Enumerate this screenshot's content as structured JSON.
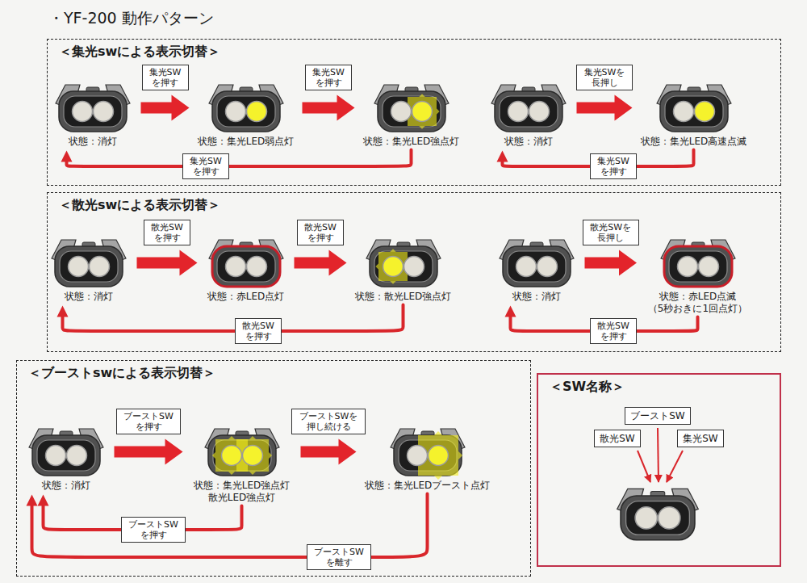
{
  "diagram": {
    "title": "・YF-200 動作パターン",
    "nodes": [
      {
        "text": [
          "＜集光swによる表示切替＞"
        ]
      },
      {
        "text": [
          "状態：消灯"
        ],
        "in": 0
      },
      {
        "text": [
          "状態：集光LED弱点灯"
        ],
        "in": 0
      },
      {
        "text": [
          "状態：集光LED強点灯"
        ],
        "in": 0
      },
      {
        "text": [
          "状態：消灯"
        ],
        "in": 0
      },
      {
        "text": [
          "状態：集光LED高速点滅"
        ],
        "in": 0
      },
      {
        "text": [
          "＜散光swによる表示切替＞"
        ]
      },
      {
        "text": [
          "状態：消灯"
        ],
        "in": 6
      },
      {
        "text": [
          "状態：赤LED点灯"
        ],
        "in": 6
      },
      {
        "text": [
          "状態：散光LED強点灯"
        ],
        "in": 6
      },
      {
        "text": [
          "状態：消灯"
        ],
        "in": 6
      },
      {
        "text": [
          "状態：赤LED点滅 （5秒おきに1回点灯）"
        ],
        "in": 6
      },
      {
        "text": [
          "＜ブーストswによる表示切替＞"
        ]
      },
      {
        "text": [
          "状態：消灯"
        ],
        "in": 12
      },
      {
        "text": [
          "状態：集光LED強点灯 散光LED強点灯"
        ],
        "in": 12
      },
      {
        "text": [
          "状態：集光LEDブースト点灯"
        ],
        "in": 12
      },
      {
        "text": [
          "＜SW名称＞"
        ]
      },
      {
        "text": [
          "ブーストSW"
        ],
        "in": 16
      },
      {
        "text": [
          "散光SW"
        ],
        "in": 16
      },
      {
        "text": [
          "集光SW"
        ],
        "in": 16
      }
    ],
    "edges": [
      {
        "from": 1,
        "to": 2,
        "label": "集光SW を押す",
        "arrow": "to"
      },
      {
        "from": 2,
        "to": 3,
        "label": "集光SW を押す",
        "arrow": "to"
      },
      {
        "from": 3,
        "to": 1,
        "label": "集光SW を押す",
        "arrow": "to"
      },
      {
        "from": 4,
        "to": 5,
        "label": "集光SWを 長押し",
        "arrow": "to"
      },
      {
        "from": 5,
        "to": 4,
        "label": "集光SW を押す",
        "arrow": "to"
      },
      {
        "from": 7,
        "to": 8,
        "label": "散光SW を押す",
        "arrow": "to"
      },
      {
        "from": 8,
        "to": 9,
        "label": "散光SW を押す",
        "arrow": "to"
      },
      {
        "from": 9,
        "to": 7,
        "label": "散光SW を押す",
        "arrow": "to"
      },
      {
        "from": 10,
        "to": 11,
        "label": "散光SWを 長押し",
        "arrow": "to"
      },
      {
        "from": 11,
        "to": 10,
        "label": "散光SW を押す",
        "arrow": "to"
      },
      {
        "from": 13,
        "to": 14,
        "label": "ブーストSW を押す",
        "arrow": "to"
      },
      {
        "from": 14,
        "to": 15,
        "label": "ブーストSWを 押し続ける",
        "arrow": "to"
      },
      {
        "from": 14,
        "to": 13,
        "label": "ブーストSW を押す",
        "arrow": "to"
      },
      {
        "from": 15,
        "to": 13,
        "label": "ブーストSW を離す",
        "arrow": "to"
      }
    ]
  }
}
